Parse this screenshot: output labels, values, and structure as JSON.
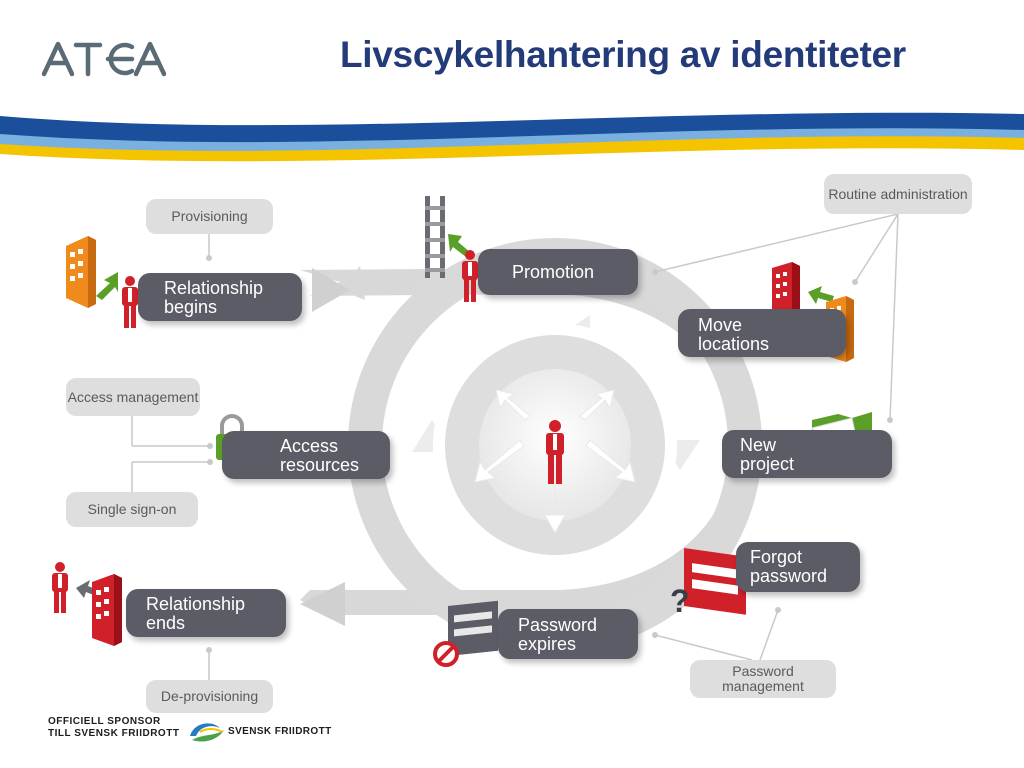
{
  "slide": {
    "title": "Livscykelhantering av identiteter",
    "logo_text": "ATEA"
  },
  "steps": {
    "relationship_begins": "Relationship begins",
    "promotion": "Promotion",
    "move_locations": "Move locations",
    "access_resources": "Access resources",
    "new_project": "New project",
    "forgot_password": "Forgot password",
    "password_expires": "Password expires",
    "relationship_ends": "Relationship ends"
  },
  "categories": {
    "provisioning": "Provisioning",
    "routine_administration": "Routine administration",
    "access_management": "Access management",
    "single_sign_on": "Single sign-on",
    "password_management": "Password management",
    "de_provisioning": "De-provisioning"
  },
  "footer": {
    "sponsor_line1": "OFFICIELL SPONSOR",
    "sponsor_line2": "TILL SVENSK FRIIDROTT",
    "federation_name": "SVENSK FRIIDROTT"
  },
  "colors": {
    "title": "#243b7a",
    "pill": "#5c5c66",
    "tag": "#dedede",
    "arrow": "#d9d9d9",
    "person": "#d0202a",
    "swoosh_blue": "#1b4f9c",
    "swoosh_yellow": "#f5c400"
  }
}
